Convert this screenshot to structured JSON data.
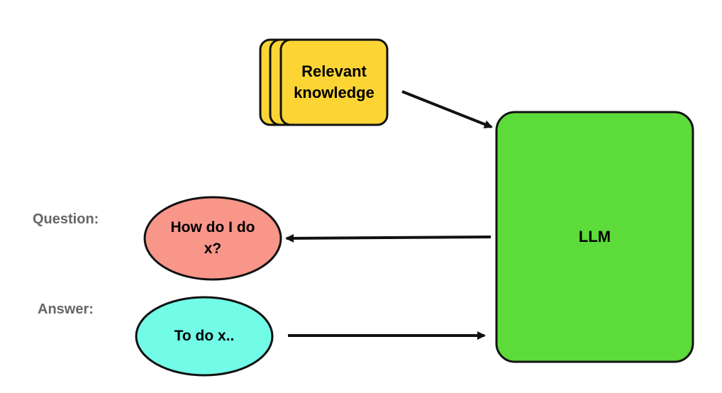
{
  "knowledge": {
    "label_line1": "Relevant",
    "label_line2": "knowledge",
    "fill": "#fcd535"
  },
  "llm": {
    "label": "LLM",
    "fill": "#5ddb3a"
  },
  "question": {
    "side_label": "Question:",
    "label_line1": "How do I do",
    "label_line2": "x?",
    "fill": "#f8968a"
  },
  "answer": {
    "side_label": "Answer:",
    "label": "To do x..",
    "fill": "#72fce8"
  }
}
